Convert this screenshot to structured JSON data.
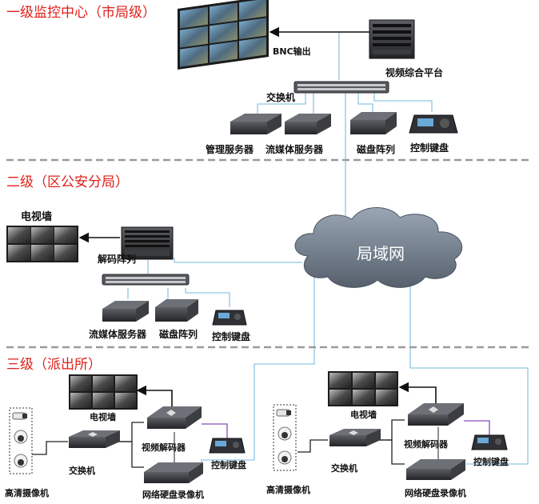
{
  "tiers": {
    "level1": "一级监控中心（市局级）",
    "level2": "二级（区公安分局）",
    "level3": "三级（派出所）"
  },
  "level1": {
    "bnc_output": "BNC输出",
    "video_platform": "视频综合平台",
    "switch": "交换机",
    "mgmt_server": "管理服务器",
    "stream_server": "流媒体服务器",
    "disk_array": "磁盘阵列",
    "control_keyboard": "控制键盘"
  },
  "lan": "局域网",
  "level2": {
    "tv_wall": "电视墙",
    "decoder_array": "解码阵列",
    "stream_server": "流媒体服务器",
    "disk_array": "磁盘阵列",
    "control_keyboard": "控制键盘"
  },
  "station_left": {
    "tv_wall": "电视墙",
    "video_decoder": "视频解码器",
    "control_keyboard": "控制键盘",
    "switch": "交换机",
    "hd_camera": "高清摄像机",
    "nvr": "网络硬盘录像机"
  },
  "station_right": {
    "tv_wall": "电视墙",
    "video_decoder": "视频解码器",
    "control_keyboard": "控制键盘",
    "switch": "交换机",
    "hd_camera": "高清摄像机",
    "nvr": "网络硬盘录像机"
  },
  "colors": {
    "tier_text": "#e0201b",
    "link_line": "#8fc6e3",
    "divider": "#9a9a9a",
    "device_dark": "#2d2f33",
    "cloud_fill": "#6d7c8e"
  }
}
